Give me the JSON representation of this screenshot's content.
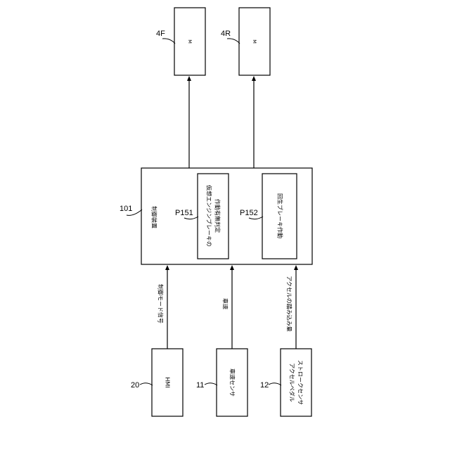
{
  "motors": {
    "front": {
      "ref": "4F",
      "label": "M"
    },
    "rear": {
      "ref": "4R",
      "label": "M"
    }
  },
  "controller": {
    "ref": "101",
    "label": "制御装置",
    "p151": {
      "ref": "P151",
      "line1": "仮想エンジンブレーキの",
      "line2": "作動有無判定"
    },
    "p152": {
      "ref": "P152",
      "label": "回生ブレーキ作動"
    }
  },
  "inputs": {
    "hmi": {
      "ref": "20",
      "label": "HMI",
      "signal": "制御モード信号"
    },
    "speed": {
      "ref": "11",
      "label": "車速センサ",
      "signal": "車速"
    },
    "pedal": {
      "ref": "12",
      "line1": "アクセルペダル",
      "line2": "ストロークセンサ",
      "signal": "アクセルの踏み込み量"
    }
  }
}
